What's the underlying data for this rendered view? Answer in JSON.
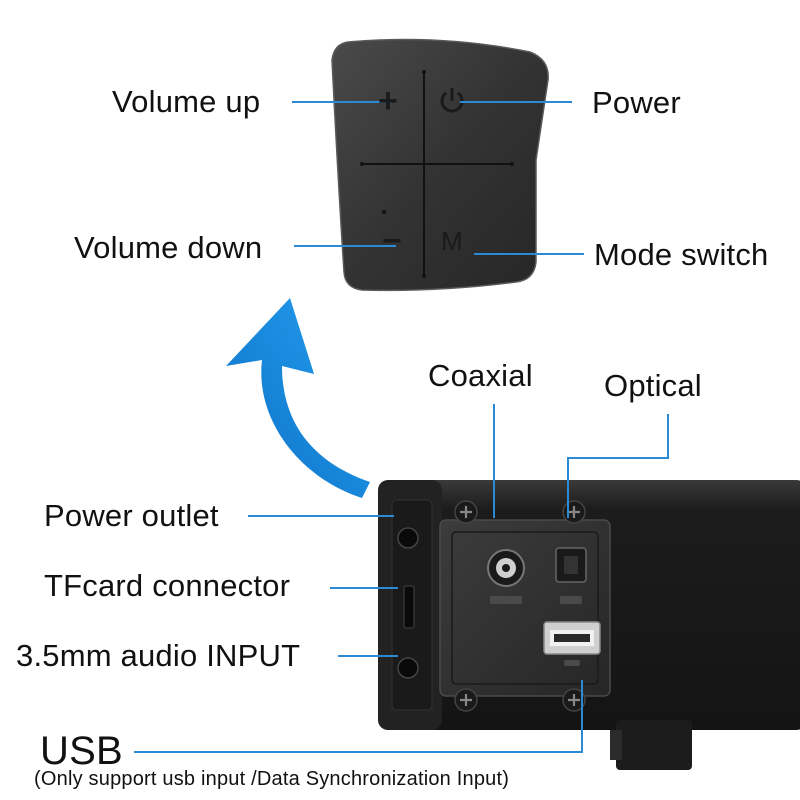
{
  "labels": {
    "volume_up": "Volume up",
    "volume_down": "Volume down",
    "power": "Power",
    "mode_switch": "Mode switch",
    "coaxial": "Coaxial",
    "optical": "Optical",
    "power_outlet": "Power outlet",
    "tfcard": "TFcard connector",
    "audio_input": "3.5mm audio INPUT",
    "usb": "USB",
    "usb_note": "(Only support usb input /Data Synchronization Input)"
  },
  "panel_marks": {
    "plus": "+",
    "minus": "−",
    "mode": "M"
  },
  "colors": {
    "leader_line": "#2a8ad4",
    "arrow_blue": "#1a8de0",
    "device_dark": "#2a2a2a"
  },
  "icons": {
    "control_panel": "button-panel",
    "arrow": "curved-up-arrow",
    "device": "soundbar-rear-ports",
    "screws": "phillips-screw"
  }
}
